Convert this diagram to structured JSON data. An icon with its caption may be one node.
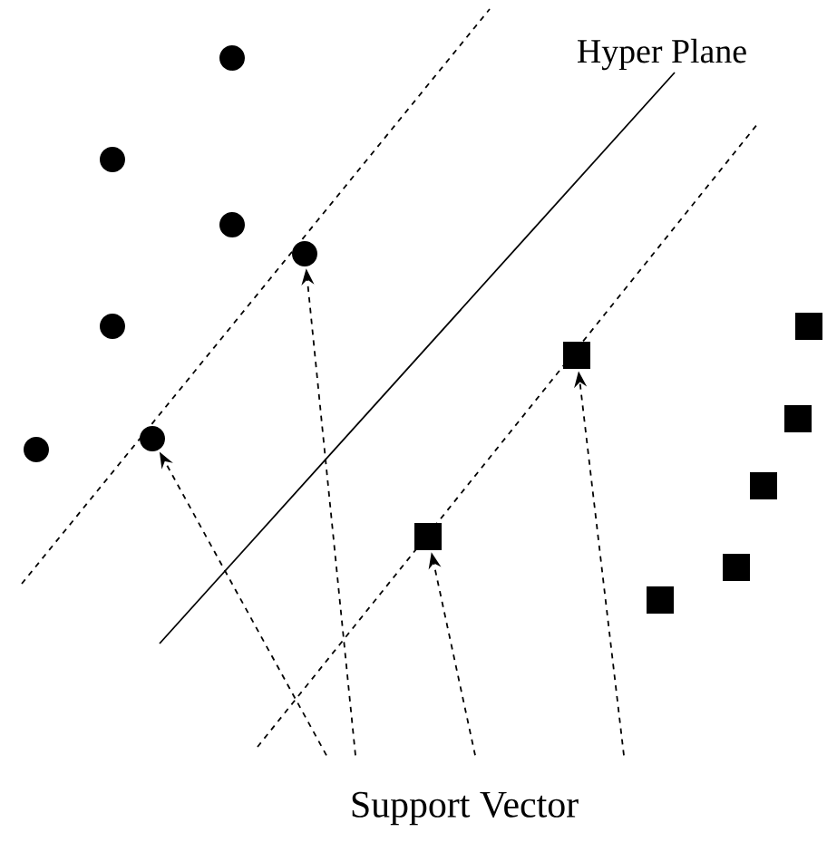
{
  "diagram": {
    "nodes": [
      {
        "text": [
          "Support Vector"
        ]
      },
      {
        "text": [],
        "shape": "circle"
      },
      {
        "text": [],
        "shape": "circle"
      },
      {
        "text": [],
        "shape": "circle"
      },
      {
        "text": [],
        "shape": "circle"
      },
      {
        "text": [],
        "shape": "circle"
      },
      {
        "text": [],
        "shape": "circle"
      },
      {
        "text": [],
        "shape": "circle"
      },
      {
        "text": [],
        "shape": "box"
      },
      {
        "text": [],
        "shape": "box"
      },
      {
        "text": [],
        "shape": "box"
      },
      {
        "text": [],
        "shape": "box"
      },
      {
        "text": [],
        "shape": "box"
      },
      {
        "text": [],
        "shape": "box"
      },
      {
        "text": [],
        "shape": "box"
      }
    ],
    "edges": [
      {
        "from": 0,
        "to": 4,
        "arrow": "to",
        "style": "dashed"
      },
      {
        "from": 0,
        "to": 7,
        "arrow": "to",
        "style": "dashed"
      },
      {
        "from": 0,
        "to": 8,
        "arrow": "to",
        "style": "dashed"
      },
      {
        "from": 0,
        "to": 9,
        "arrow": "to",
        "style": "dashed"
      }
    ],
    "labels": [
      "Hyper Plane"
    ]
  }
}
